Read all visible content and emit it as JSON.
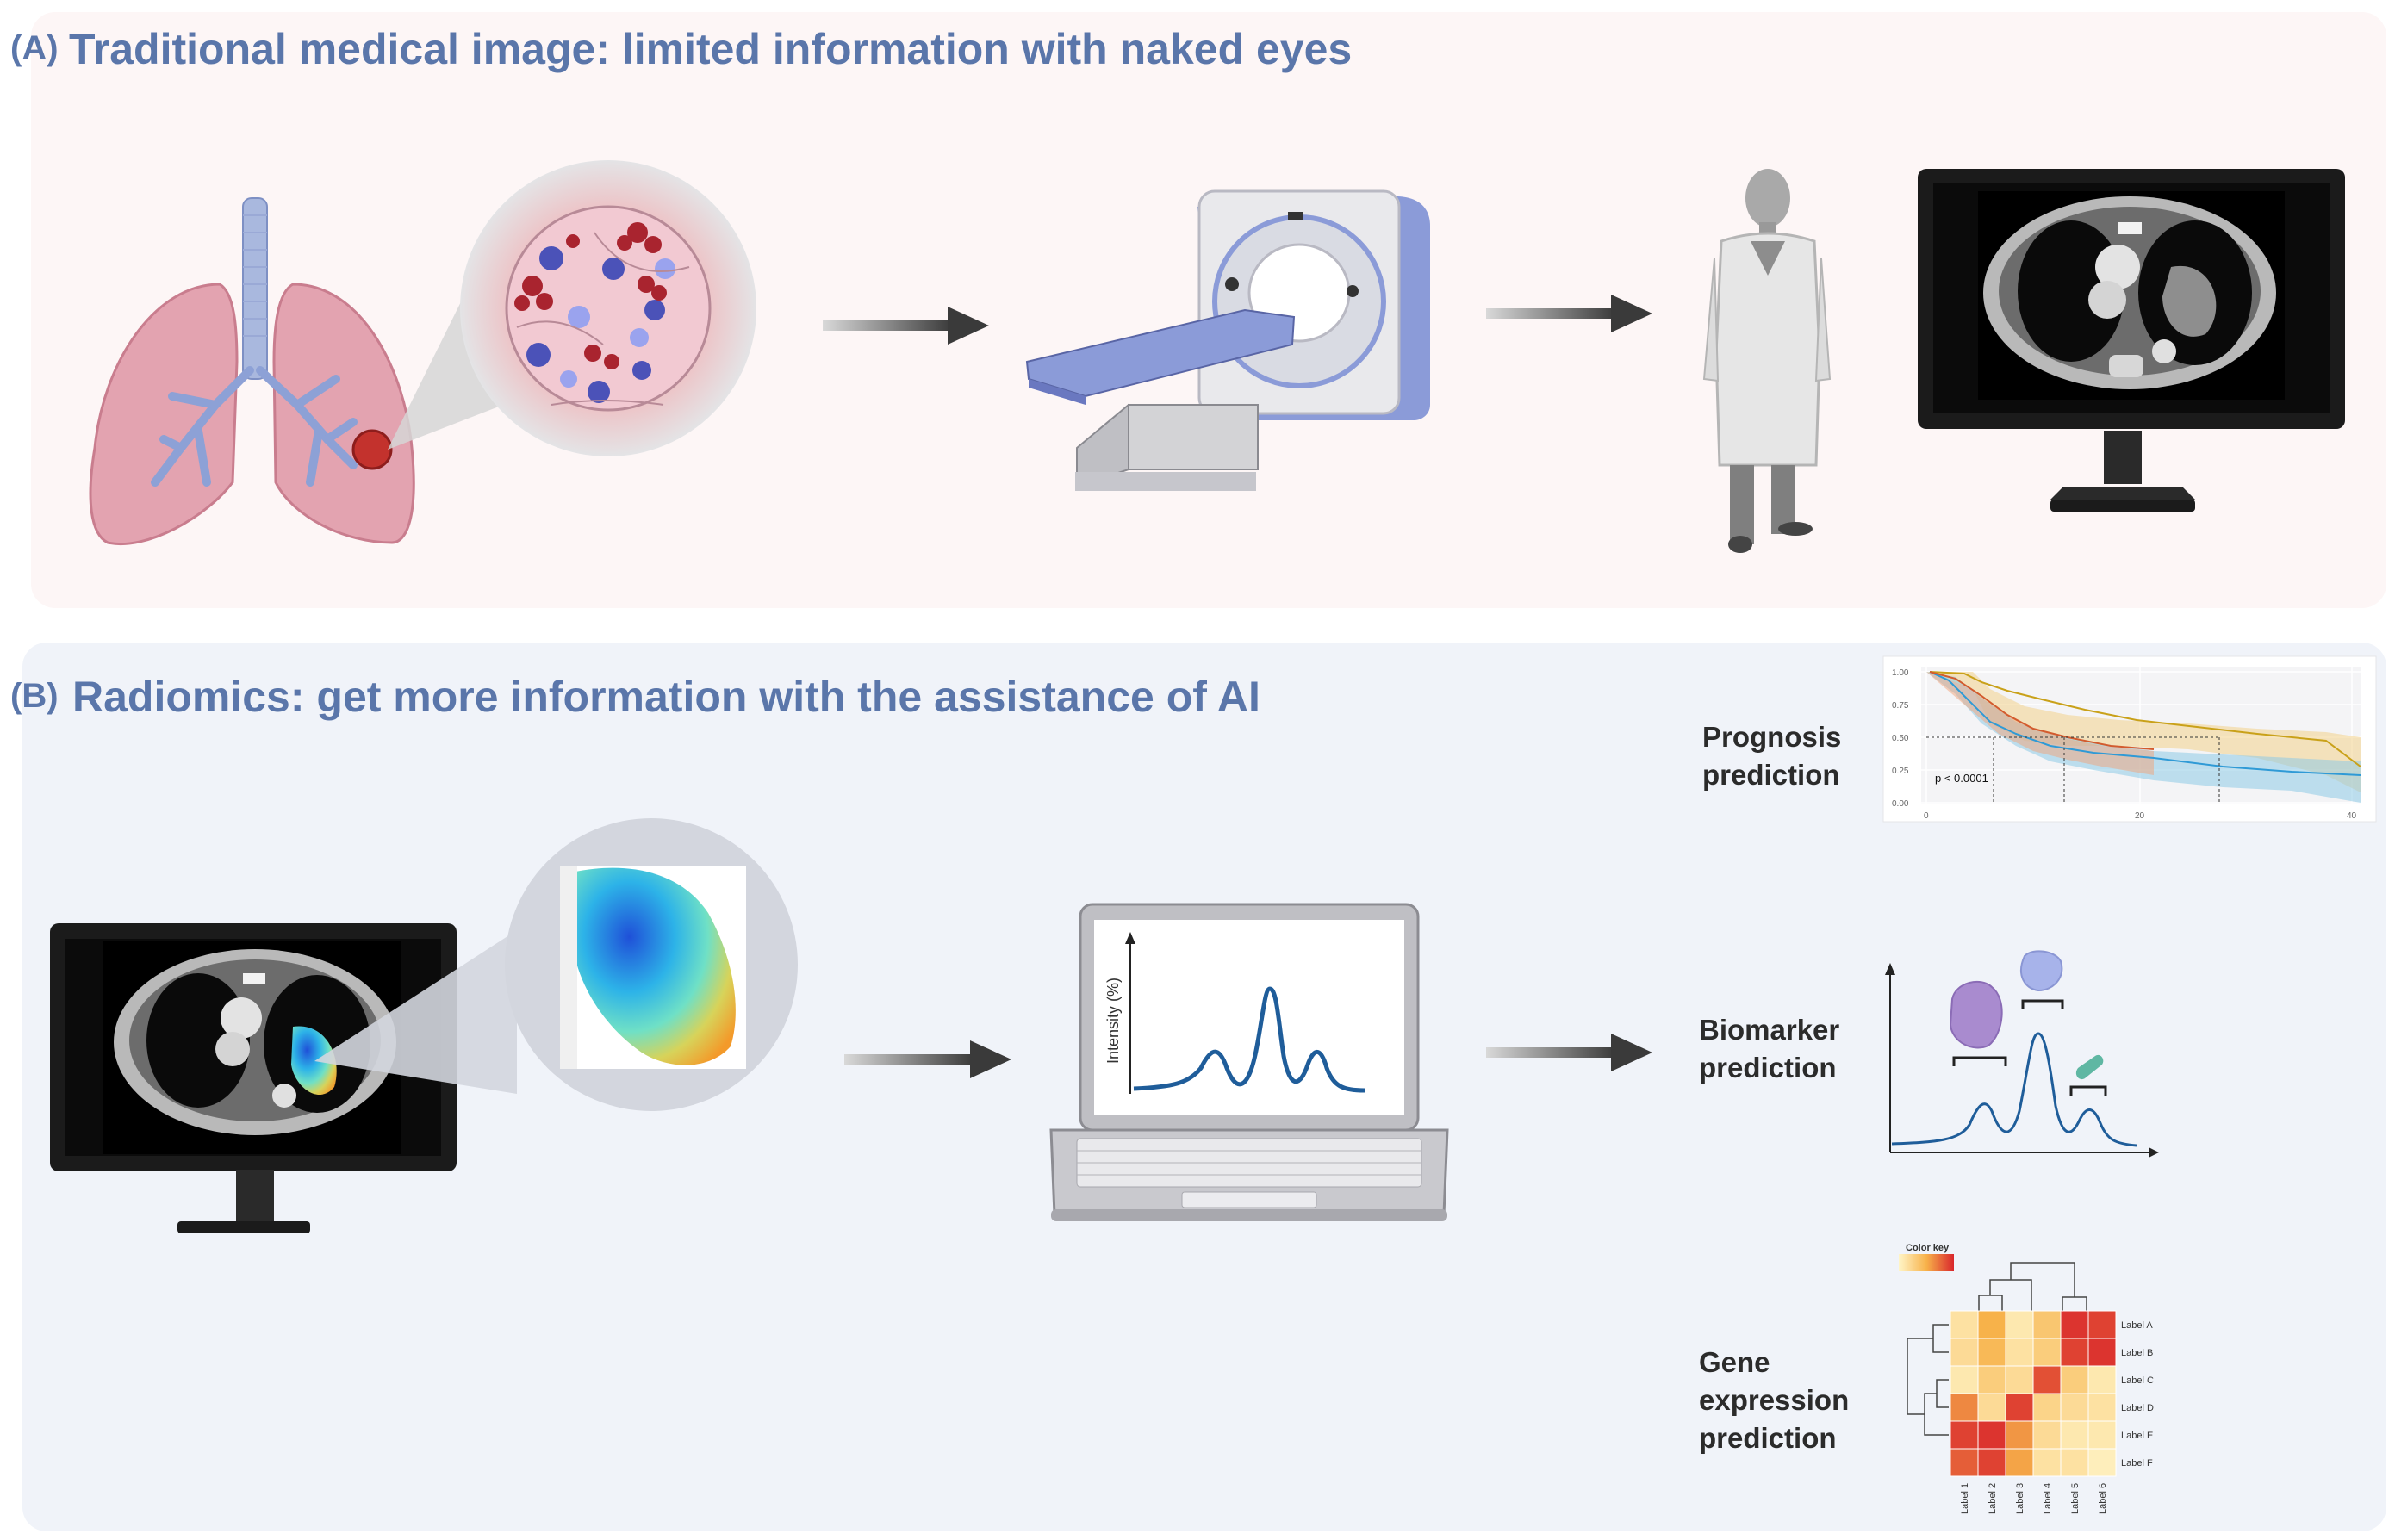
{
  "panel_a": {
    "letter": "(A)",
    "title": "Traditional medical image: limited information with naked eyes"
  },
  "panel_b": {
    "letter": "(B)",
    "title": "Radiomics: get more information with the assistance of AI"
  },
  "predictions": {
    "prognosis": [
      "Prognosis",
      "prediction"
    ],
    "biomarker": [
      "Biomarker",
      "prediction"
    ],
    "gene": [
      "Gene",
      "expression",
      "prediction"
    ]
  },
  "km_plot": {
    "p_value": "p < 0.0001",
    "y_ticks": [
      "1.00",
      "0.75",
      "0.50",
      "0.25",
      "0.00"
    ],
    "x_ticks": [
      "0",
      "20",
      "40"
    ]
  },
  "laptop_plot": {
    "y_axis_label": "Intensity (%)"
  },
  "heatmap": {
    "color_key_label": "Color key",
    "row_labels": [
      "Label A",
      "Label B",
      "Label C",
      "Label D",
      "Label E",
      "Label F"
    ],
    "col_labels": [
      "Label 1",
      "Label 2",
      "Label 3",
      "Label 4",
      "Label 5",
      "Label 6"
    ],
    "values": [
      [
        0.15,
        0.5,
        0.1,
        0.35,
        0.95,
        0.9
      ],
      [
        0.2,
        0.45,
        0.15,
        0.3,
        0.9,
        0.95
      ],
      [
        0.1,
        0.3,
        0.2,
        0.85,
        0.3,
        0.1
      ],
      [
        0.65,
        0.2,
        0.9,
        0.25,
        0.2,
        0.15
      ],
      [
        0.9,
        0.95,
        0.6,
        0.2,
        0.1,
        0.1
      ],
      [
        0.8,
        0.9,
        0.55,
        0.15,
        0.15,
        0.05
      ]
    ]
  },
  "colors": {
    "title_blue": "#5a76aa",
    "panel_a_bg": "#fdf6f6",
    "panel_b_bg": "#f0f3f9",
    "lung_pink": "#e3a3b0",
    "scanner_blue": "#8b9bd8",
    "arrow_dark": "#3a3a3a",
    "curve_blue": "#1f5d9a"
  }
}
